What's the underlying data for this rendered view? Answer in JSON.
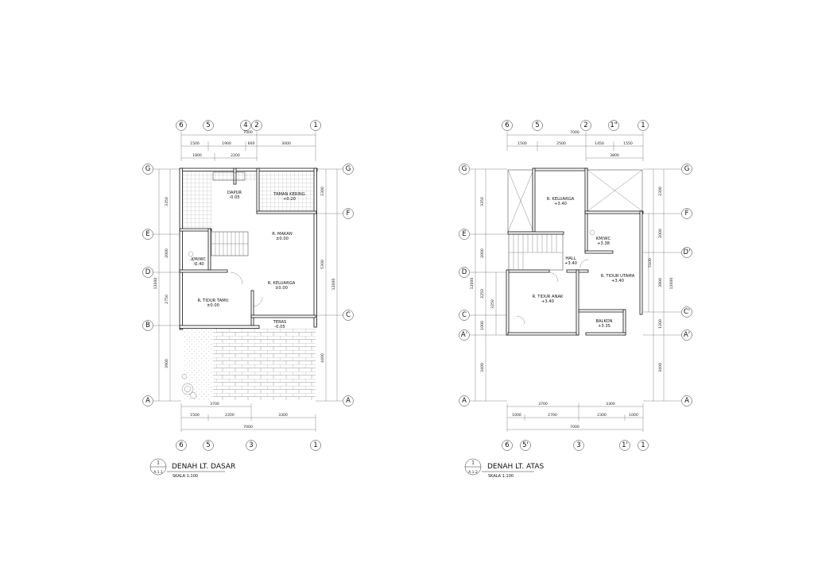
{
  "ground": {
    "top_axes": [
      "6",
      "5",
      "4",
      "2",
      "1"
    ],
    "bottom_axes": [
      "6",
      "5",
      "3",
      "1"
    ],
    "left_axes": [
      "G",
      "E",
      "D",
      "B",
      "A"
    ],
    "right_axes": [
      "G",
      "F",
      "C",
      "A"
    ],
    "top_total": "7000",
    "top_dims": [
      "1500",
      "1900",
      "600",
      "3000"
    ],
    "top_dims2": [
      "1800",
      "2200"
    ],
    "bottom_dims1": [
      "3700"
    ],
    "bottom_dims2": [
      "1500",
      "2200",
      "3300"
    ],
    "bottom_total": "7000",
    "left_dims": [
      "3350",
      "2000",
      "2750",
      "3900"
    ],
    "left_total": "12000",
    "right_dims": [
      "2300",
      "5300",
      "4400"
    ],
    "right_total": "12000",
    "rooms": [
      {
        "name": "DAPUR",
        "level": "-0.05"
      },
      {
        "name": "TAMAN KERING",
        "level": "+0.20"
      },
      {
        "name": "R. MAKAN",
        "level": "±0.00"
      },
      {
        "name": "KM/WC",
        "level": "-0.40"
      },
      {
        "name": "R. KELUARGA",
        "level": "±0.00"
      },
      {
        "name": "R. TIDUR TAMU",
        "level": "±0.00"
      },
      {
        "name": "TERAS",
        "level": "-0.05"
      }
    ],
    "title_num": "1",
    "title_ref": "A.1.1",
    "title": "DENAH LT. DASAR",
    "scale": "SKALA 1:100"
  },
  "upper": {
    "top_axes": [
      "6",
      "5",
      "2",
      "1\"",
      "1"
    ],
    "bottom_axes": [
      "6",
      "5'",
      "3",
      "1'",
      "1"
    ],
    "left_axes": [
      "G",
      "E",
      "D",
      "C",
      "A'",
      "A"
    ],
    "right_axes": [
      "G",
      "F",
      "D'",
      "C'",
      "A'",
      "A"
    ],
    "top_total": "7000",
    "top_dims": [
      "1500",
      "2500",
      "1450",
      "1550"
    ],
    "top_dims2": [
      "3800"
    ],
    "bottom_dims1": [
      "3700",
      "3300"
    ],
    "bottom_dims2": [
      "1000",
      "2700",
      "2300",
      "1000"
    ],
    "bottom_total": "7000",
    "left_dims": [
      "3350",
      "2000",
      "2250",
      "1000",
      "3400"
    ],
    "left_dims_inner": [
      "3250"
    ],
    "left_total": "12000",
    "right_dims": [
      "2300",
      "2000",
      "3900",
      "1200",
      "3400"
    ],
    "right_dims_inner": [
      "5100"
    ],
    "right_total": "12000",
    "rooms": [
      {
        "name": "R. KELUARGA",
        "level": "+3.40"
      },
      {
        "name": "KM/WC",
        "level": "+3.38"
      },
      {
        "name": "HALL",
        "level": "+3.40"
      },
      {
        "name": "R. TIDUR UTAMA",
        "level": "+3.40"
      },
      {
        "name": "R. TIDUR ANAK",
        "level": "+3.40"
      },
      {
        "name": "BALKON",
        "level": "+3.35"
      }
    ],
    "title_num": "1",
    "title_ref": "A.1.2",
    "title": "DENAH LT. ATAS",
    "scale": "SKALA 1:100"
  }
}
